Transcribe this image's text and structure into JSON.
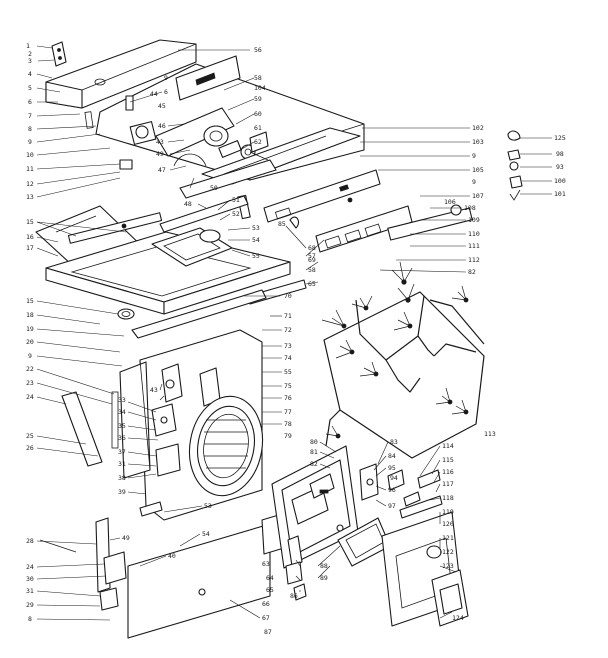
{
  "labels": {
    "l1": "1",
    "l2": "2",
    "l3": "3",
    "l4": "4",
    "l5": "5",
    "l6": "6",
    "l7": "7",
    "l8": "8",
    "l9": "9",
    "l10": "10",
    "l11": "11",
    "l12": "12",
    "l13": "13",
    "l15": "15",
    "l16": "16",
    "l17": "17",
    "l18": "18",
    "l19": "19",
    "l20": "20",
    "l22": "22",
    "l23": "23",
    "l24": "24",
    "l25": "25",
    "l26": "26",
    "l28": "28",
    "l29": "29",
    "l30": "30",
    "l31": "31",
    "l33": "33",
    "l34": "34",
    "l35": "35",
    "l36": "36",
    "l37": "37",
    "l38": "38",
    "l39": "39",
    "l40": "40",
    "l43": "43",
    "l44": "44",
    "l45": "45",
    "l46": "46",
    "l47": "47",
    "l48": "48",
    "l49": "49",
    "l50": "50",
    "l51": "51",
    "l52": "52",
    "l53": "53",
    "l54": "54",
    "l55": "55",
    "l56": "56",
    "l57": "57",
    "l58": "58",
    "l59": "59",
    "l60": "60",
    "l61": "61",
    "l62": "62",
    "l63": "63",
    "l64": "64",
    "l65": "65",
    "l66": "66",
    "l67": "67",
    "l68": "68",
    "l69": "69",
    "l70": "70",
    "l71": "71",
    "l72": "72",
    "l73": "73",
    "l74": "74",
    "l75": "75",
    "l76": "76",
    "l77": "77",
    "l78": "78",
    "l79": "79",
    "l80": "80",
    "l81": "81",
    "l82": "82",
    "l83": "83",
    "l84": "84",
    "l85": "85",
    "l86": "86",
    "l87": "87",
    "l88": "88",
    "l89": "89",
    "l93": "93",
    "l94": "94",
    "l95": "95",
    "l96": "96",
    "l97": "97",
    "l98": "98",
    "l100": "100",
    "l101": "101",
    "l102": "102",
    "l103": "103",
    "l104": "104",
    "l105": "105",
    "l106": "106",
    "l107": "107",
    "l108": "108",
    "l109": "109",
    "l110": "110",
    "l111": "111",
    "l112": "112",
    "l113": "113",
    "l114": "114",
    "l115": "115",
    "l116": "116",
    "l117": "117",
    "l118": "118",
    "l119": "119",
    "l120": "120",
    "l121": "121",
    "l122": "122",
    "l123": "123",
    "l124": "124",
    "l125": "125"
  }
}
